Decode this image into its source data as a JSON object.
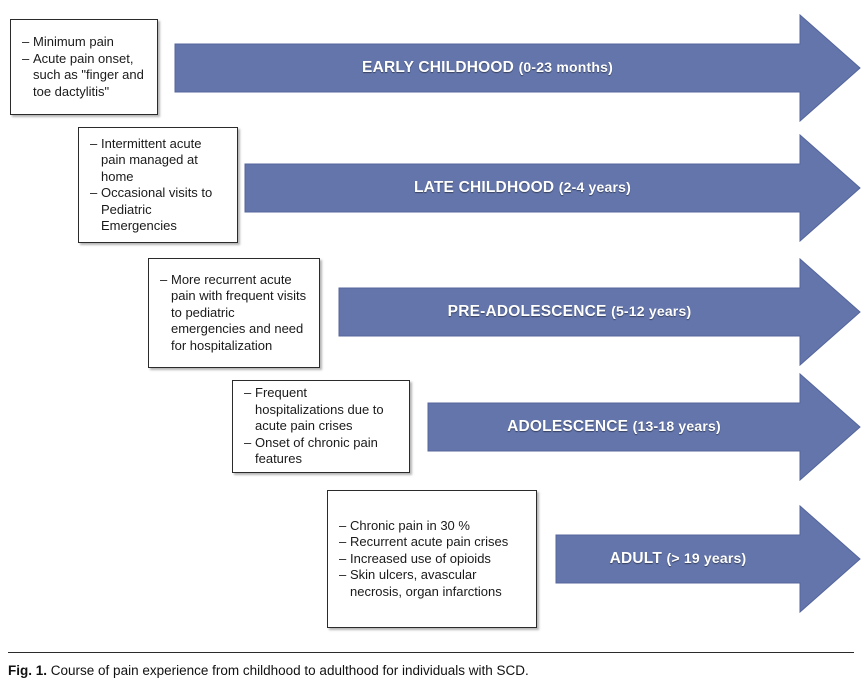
{
  "figure": {
    "accent_color": "#6375ab",
    "accent_edge_color": "#54659b",
    "box_border_color": "#2b2b2b",
    "label_text_color": "#ffffff",
    "caption": {
      "figure_number": "Fig. 1.",
      "text": "Course of pain experience from childhood to adulthood for individuals with SCD."
    },
    "stages": [
      {
        "arrow_label_main": "EARLY CHILDHOOD",
        "arrow_label_range": "(0-23 months)",
        "notes": [
          "Minimum pain",
          "Acute pain onset, such as \"finger and toe dactylitis\""
        ]
      },
      {
        "arrow_label_main": "LATE CHILDHOOD",
        "arrow_label_range": "(2-4 years)",
        "notes": [
          "Intermittent acute pain managed at home",
          "Occasional visits to Pediatric Emergencies"
        ]
      },
      {
        "arrow_label_main": "PRE-ADOLESCENCE",
        "arrow_label_range": "(5-12 years)",
        "notes": [
          "More recurrent acute pain with frequent visits to pediatric emergencies and need for hospitalization"
        ]
      },
      {
        "arrow_label_main": "ADOLESCENCE",
        "arrow_label_range": "(13-18 years)",
        "notes": [
          "Frequent hospitalizations due to acute pain crises",
          "Onset of chronic pain features"
        ]
      },
      {
        "arrow_label_main": "ADULT",
        "arrow_label_range": "(> 19 years)",
        "notes": [
          "Chronic pain in 30 %",
          "Recurrent acute pain crises",
          "Increased use of opioids",
          "Skin ulcers, avascular necrosis, organ infarctions"
        ]
      }
    ]
  }
}
